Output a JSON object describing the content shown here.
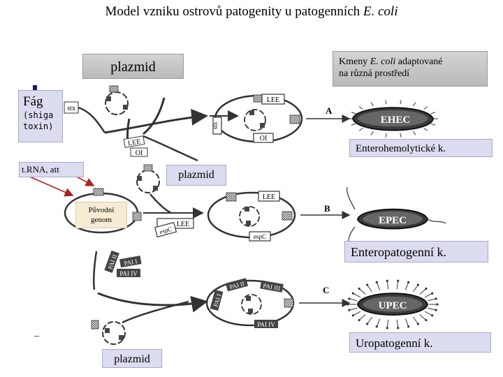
{
  "title": {
    "prefix": "Model vzniku ostrovů patogenity u patogenních ",
    "italic": "E. coli"
  },
  "labels": {
    "plazmid_top": "plazmid",
    "kmeny_a": "Kmeny ",
    "kmeny_italic": "E. coli",
    "kmeny_b": " adaptované",
    "kmeny_line2": "na různá prostředí",
    "fag": "Fág",
    "shiga": "(shiga",
    "toxin": "toxin)",
    "trna": "t.RNA, att",
    "plazmid_mid": "plazmid",
    "puvodni": "Původní",
    "genom": "genom",
    "plazmid_bottom": "plazmid",
    "enterohemolyticke": "Enterohemolytické k.",
    "enteropatogenni": "Enteropatogenní k.",
    "uropatogenni": "Uropatogenní k.",
    "dash": "–"
  },
  "figure": {
    "stx": "stx",
    "lee": "LEE",
    "oi": "OI",
    "espc": "espC",
    "pai_i": "PAI I",
    "pai_ii": "PAI II",
    "pai_iii": "PAI III",
    "pai_iv": "PAI IV",
    "letter_a": "A",
    "letter_b": "B",
    "letter_c": "C",
    "ehec": "EHEC",
    "epec": "EPEC",
    "upec": "UPEC"
  },
  "colors": {
    "arrow_red": "#b02020",
    "bullet_navy": "#1a1a5a"
  }
}
